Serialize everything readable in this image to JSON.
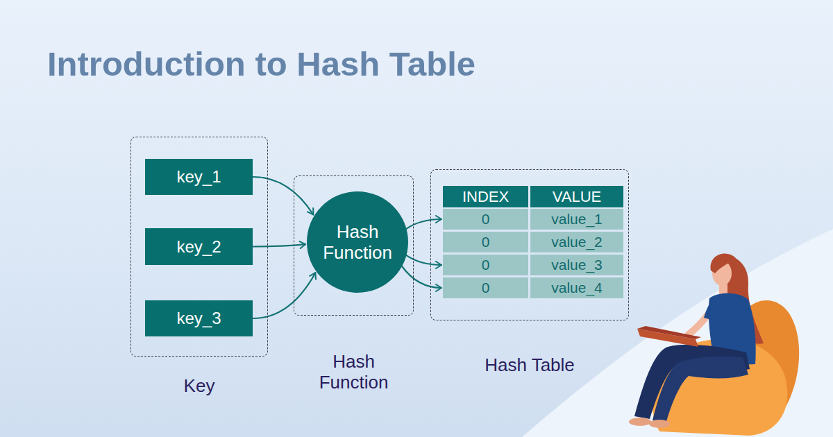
{
  "diagram": {
    "title": "Introduction to Hash Table",
    "nodes": [
      {
        "text": [
          "Key"
        ]
      },
      {
        "text": [
          "key_1"
        ],
        "in": 0
      },
      {
        "text": [
          "key_2"
        ],
        "in": 0
      },
      {
        "text": [
          "key_3"
        ],
        "in": 0
      },
      {
        "text": [
          "Hash Function"
        ]
      },
      {
        "text": [
          "Hash Function"
        ],
        "in": 4
      },
      {
        "text": [
          "Hash Table"
        ]
      },
      {
        "text": [
          "INDEX",
          "VALUE"
        ],
        "in": 6
      },
      {
        "text": [
          "0",
          "value_1"
        ],
        "in": 6
      },
      {
        "text": [
          "0",
          "value_2"
        ],
        "in": 6
      },
      {
        "text": [
          "0",
          "value_3"
        ],
        "in": 6
      },
      {
        "text": [
          "0",
          "value_4"
        ],
        "in": 6
      }
    ],
    "edges": [
      {
        "from": 1,
        "to": 5,
        "arrow": "to"
      },
      {
        "from": 2,
        "to": 5,
        "arrow": "to"
      },
      {
        "from": 3,
        "to": 5,
        "arrow": "to"
      },
      {
        "from": 5,
        "to": 8,
        "arrow": "to"
      },
      {
        "from": 5,
        "to": 10,
        "arrow": "to"
      },
      {
        "from": 5,
        "to": 11,
        "arrow": "to"
      }
    ]
  }
}
